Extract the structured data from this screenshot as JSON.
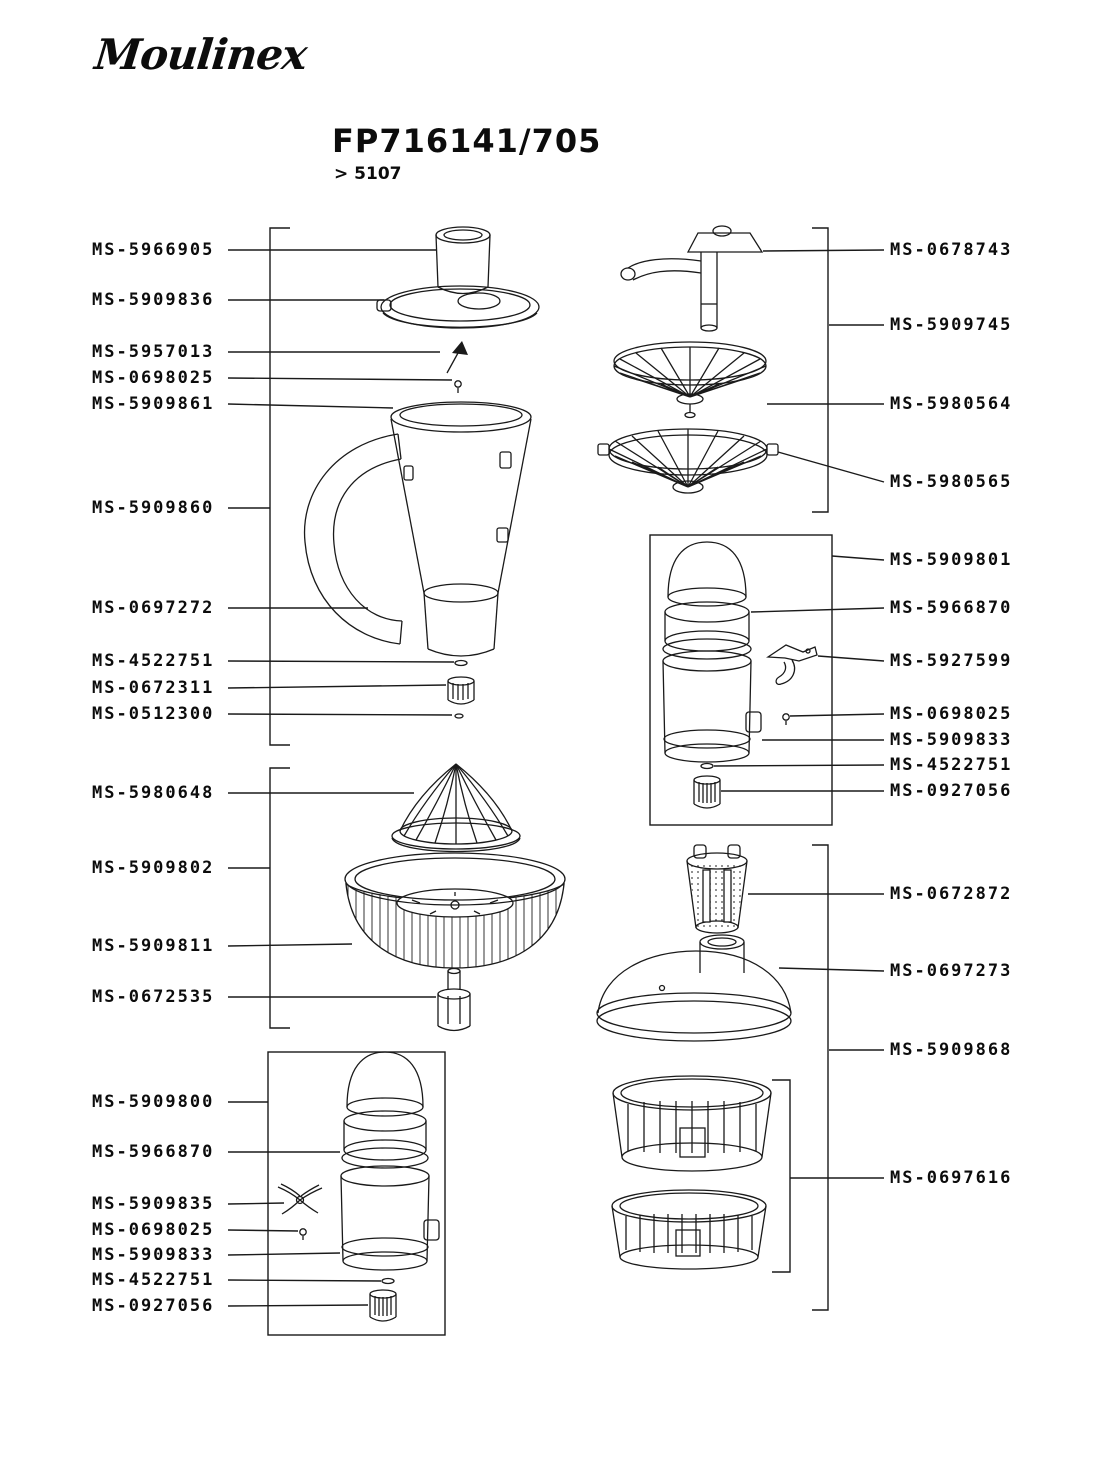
{
  "brand": {
    "logo_text": "Moulinex"
  },
  "header": {
    "title": "FP716141/705",
    "subtitle": "> 5107"
  },
  "left_labels": [
    {
      "text": "MS-5966905"
    },
    {
      "text": "MS-5909836"
    },
    {
      "text": "MS-5957013"
    },
    {
      "text": "MS-0698025"
    },
    {
      "text": "MS-5909861"
    },
    {
      "text": "MS-5909860"
    },
    {
      "text": "MS-0697272"
    },
    {
      "text": "MS-4522751"
    },
    {
      "text": "MS-0672311"
    },
    {
      "text": "MS-0512300"
    },
    {
      "text": "MS-5980648"
    },
    {
      "text": "MS-5909802"
    },
    {
      "text": "MS-5909811"
    },
    {
      "text": "MS-0672535"
    },
    {
      "text": "MS-5909800"
    },
    {
      "text": "MS-5966870"
    },
    {
      "text": "MS-5909835"
    },
    {
      "text": "MS-0698025"
    },
    {
      "text": "MS-5909833"
    },
    {
      "text": "MS-4522751"
    },
    {
      "text": "MS-0927056"
    }
  ],
  "right_labels": [
    {
      "text": "MS-0678743"
    },
    {
      "text": "MS-5909745"
    },
    {
      "text": "MS-5980564"
    },
    {
      "text": "MS-5980565"
    },
    {
      "text": "MS-5909801"
    },
    {
      "text": "MS-5966870"
    },
    {
      "text": "MS-5927599"
    },
    {
      "text": "MS-0698025"
    },
    {
      "text": "MS-5909833"
    },
    {
      "text": "MS-4522751"
    },
    {
      "text": "MS-0927056"
    },
    {
      "text": "MS-0672872"
    },
    {
      "text": "MS-0697273"
    },
    {
      "text": "MS-5909868"
    },
    {
      "text": "MS-0697616"
    }
  ],
  "colors": {
    "line": "#1a1a1a",
    "background": "#ffffff"
  }
}
